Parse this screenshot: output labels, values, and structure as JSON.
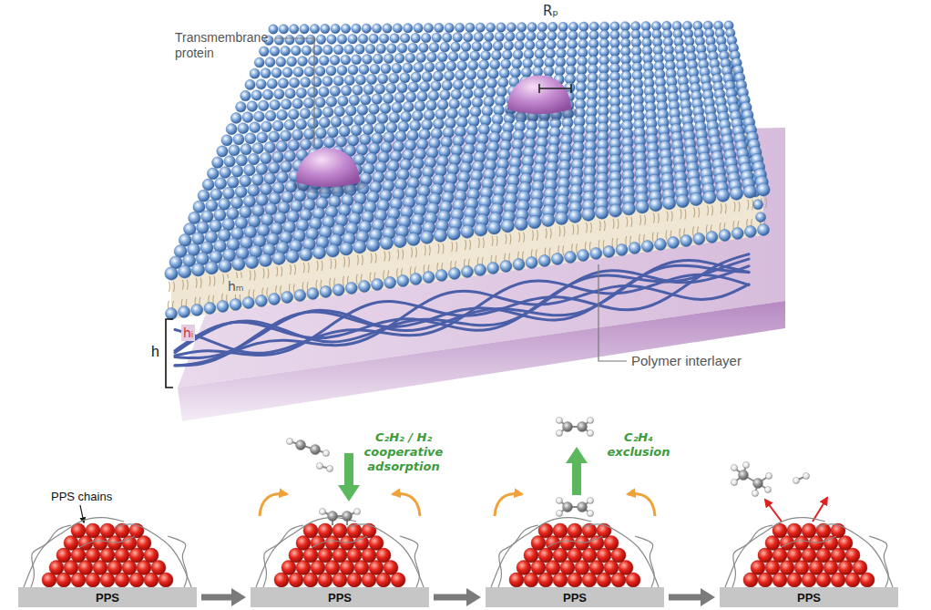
{
  "diagram": {
    "nodes": [
      {
        "text": [
          "PPS"
        ]
      },
      {
        "text": [
          "PPS"
        ]
      },
      {
        "text": [
          "PPS"
        ]
      },
      {
        "text": [
          "PPS"
        ]
      }
    ],
    "edges": [
      {
        "from": 0,
        "to": 1,
        "arrow": "to"
      },
      {
        "from": 1,
        "to": 2,
        "arrow": "to"
      },
      {
        "from": 2,
        "to": 3,
        "arrow": "to"
      }
    ],
    "labels": [
      "Rₚ",
      "Transmembrane protein",
      "hₘ",
      "h",
      "hᵢ",
      "Polymer interlayer",
      "PPS chains",
      "C₂H₂ / H₂ cooperative adsorption",
      "C₂H₄ exclusion"
    ]
  }
}
